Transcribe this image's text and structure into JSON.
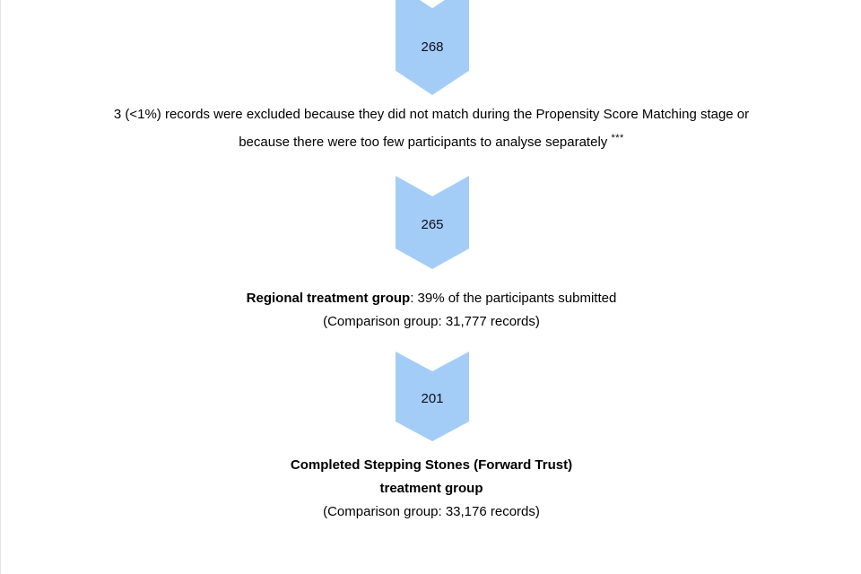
{
  "flowchart": {
    "type": "flow",
    "orientation": "vertical",
    "accent_color": "#a3cdf7",
    "text_color": "#000000",
    "background": "#ffffff",
    "nodes": [
      {
        "id": "chevron-1",
        "shape": "chevron-arrow",
        "value": "268"
      },
      {
        "id": "exclusion-note",
        "shape": "text",
        "lines": [
          "3 (<1%) records were excluded because they did not match during the Propensity Score Matching stage or",
          "because there were too few participants to analyse separately "
        ],
        "footnote_marker": "***"
      },
      {
        "id": "chevron-2",
        "shape": "chevron-arrow",
        "value": "265"
      },
      {
        "id": "regional-group-block",
        "shape": "text",
        "heading": "Regional treatment group",
        "heading_suffix": ": 39% of the participants submitted",
        "comparison": "(Comparison group: 31,777 records)"
      },
      {
        "id": "chevron-3",
        "shape": "chevron-arrow",
        "value": "201"
      },
      {
        "id": "final-group-block",
        "shape": "text",
        "heading_line_1": "Completed Stepping Stones (Forward Trust)",
        "heading_line_2": "treatment group",
        "comparison": "(Comparison group: 33,176 records)"
      }
    ]
  }
}
